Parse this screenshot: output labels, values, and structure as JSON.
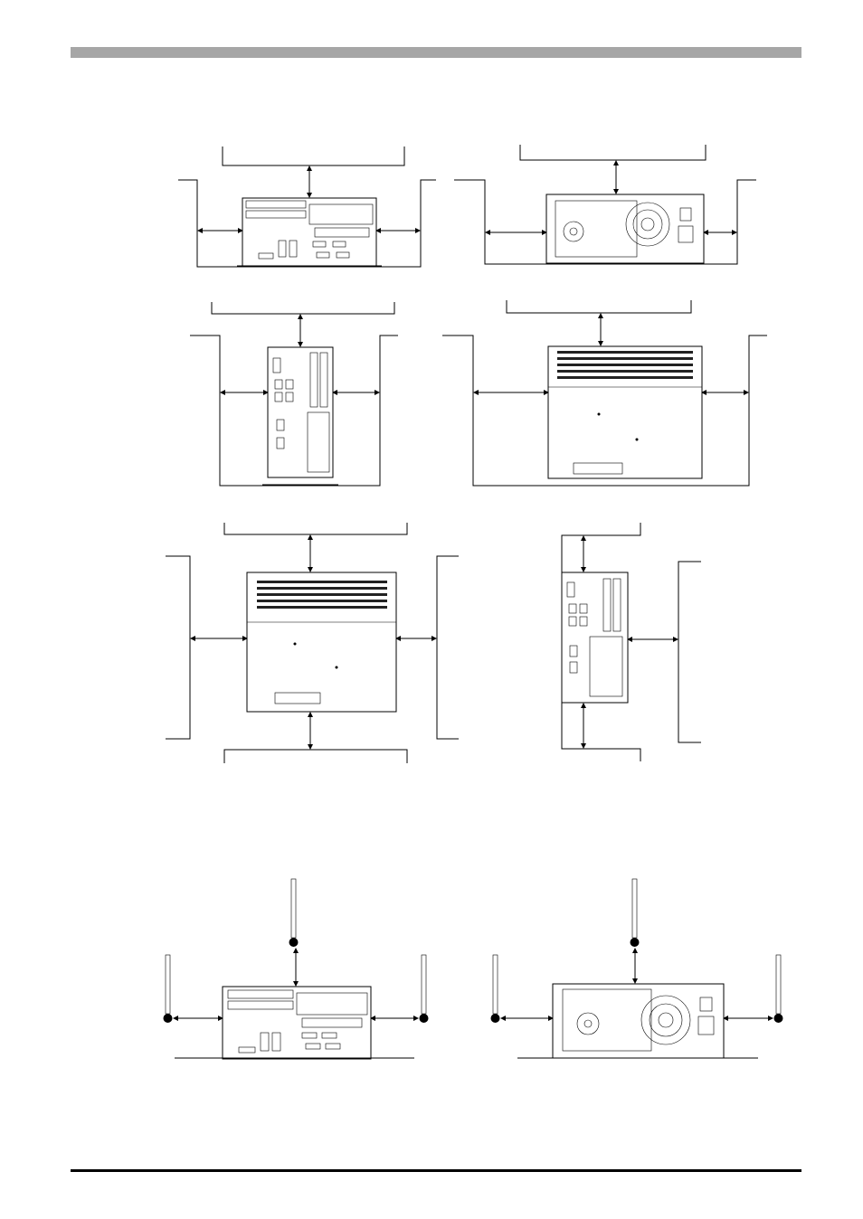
{
  "page": {
    "header_bar_color": "#a6a6a6",
    "footer_rule_color": "#000000"
  },
  "figures": [
    {
      "id": "clearance-front-desk"
    },
    {
      "id": "clearance-rear-desk"
    },
    {
      "id": "clearance-front-tower"
    },
    {
      "id": "clearance-side-wall"
    },
    {
      "id": "clearance-side-panel"
    },
    {
      "id": "clearance-front-panel"
    },
    {
      "id": "temperature-front"
    },
    {
      "id": "temperature-rear"
    }
  ],
  "icons": [
    "thermometer-icon",
    "arrow-icon"
  ]
}
